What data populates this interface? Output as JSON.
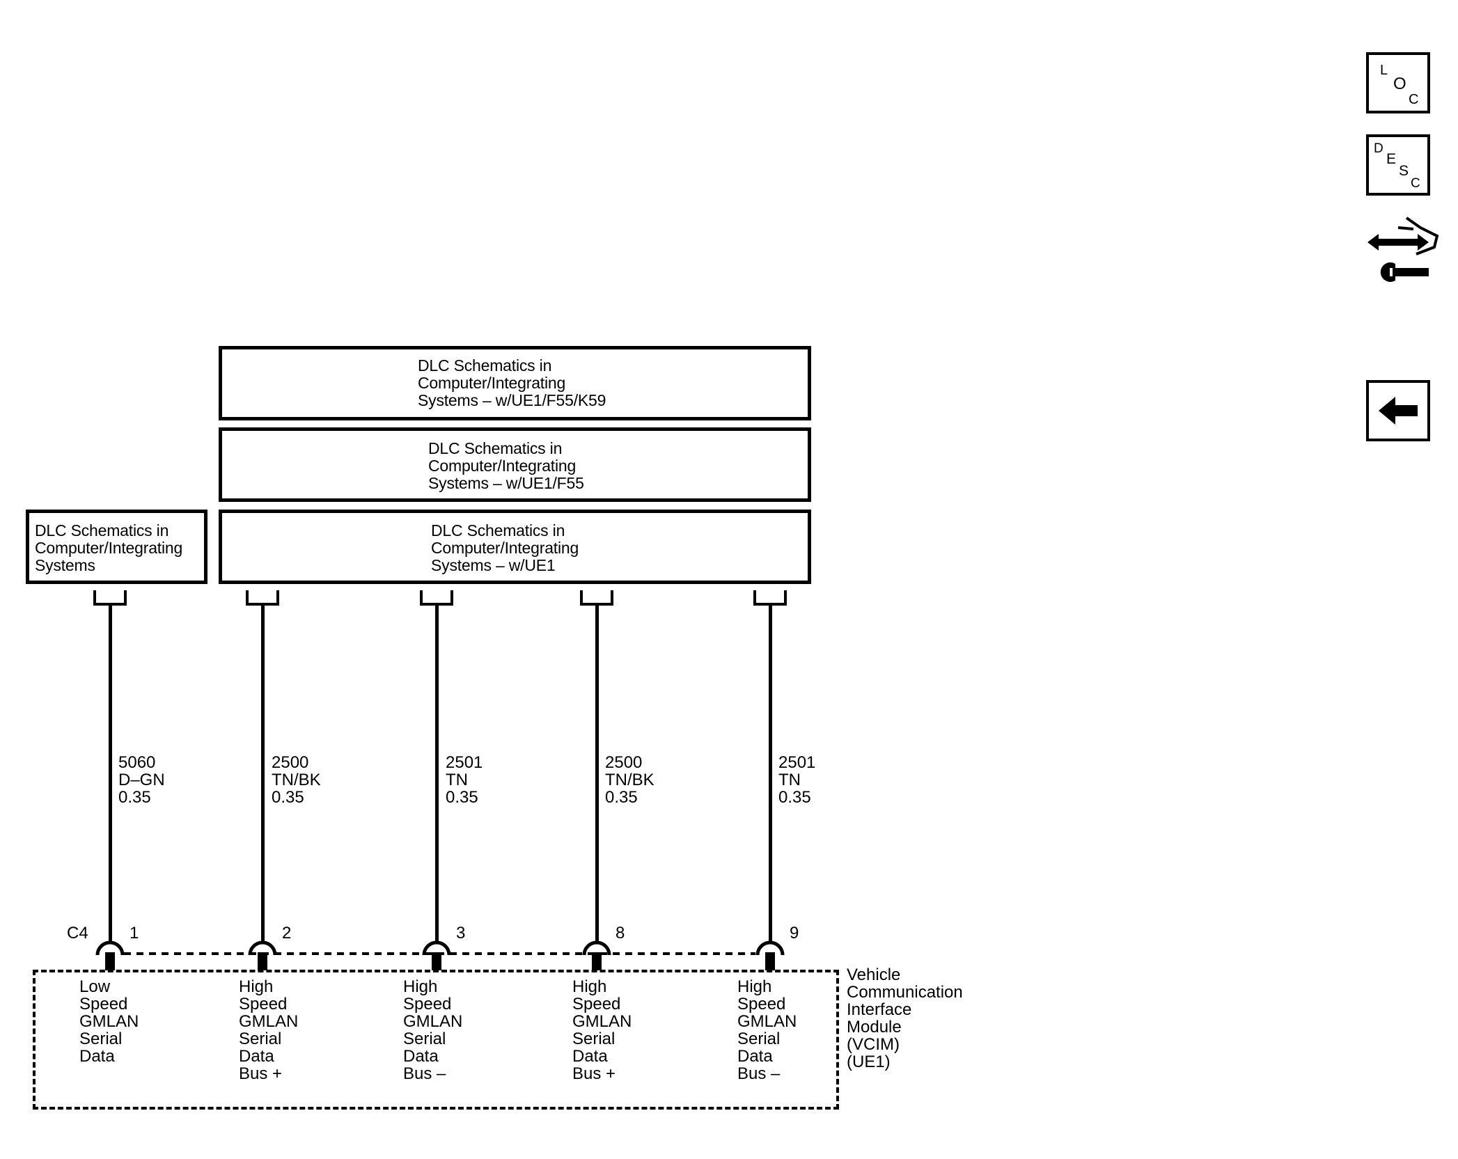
{
  "boxes": {
    "box_k59": "DLC Schematics in\nComputer/Integrating\nSystems – w/UE1/F55/K59",
    "box_f55": "DLC Schematics in\nComputer/Integrating\nSystems – w/UE1/F55",
    "box_ue1": "DLC Schematics in\nComputer/Integrating\nSystems – w/UE1",
    "box_base": "DLC Schematics in\nComputer/Integrating\nSystems"
  },
  "wires": [
    {
      "label": "5060\nD–GN\n0.35",
      "pin": "1",
      "pin_label": "Low\nSpeed\nGMLAN\nSerial\nData"
    },
    {
      "label": "2500\nTN/BK\n0.35",
      "pin": "2",
      "pin_label": "High\nSpeed\nGMLAN\nSerial\nData\nBus +"
    },
    {
      "label": "2501\nTN\n0.35",
      "pin": "3",
      "pin_label": "High\nSpeed\nGMLAN\nSerial\nData\nBus –"
    },
    {
      "label": "2500\nTN/BK\n0.35",
      "pin": "8",
      "pin_label": "High\nSpeed\nGMLAN\nSerial\nData\nBus +"
    },
    {
      "label": "2501\nTN\n0.35",
      "pin": "9",
      "pin_label": "High\nSpeed\nGMLAN\nSerial\nData\nBus –"
    }
  ],
  "connector_id": "C4",
  "module_name": "Vehicle\nCommunication\nInterface\nModule\n(VCIM)\n(UE1)",
  "nav": {
    "loc": [
      "L",
      "O",
      "C"
    ],
    "desc": [
      "D",
      "E",
      "S",
      "C"
    ],
    "icons": [
      "loc-icon",
      "desc-icon",
      "connector-tool-icon",
      "back-arrow-icon"
    ]
  }
}
